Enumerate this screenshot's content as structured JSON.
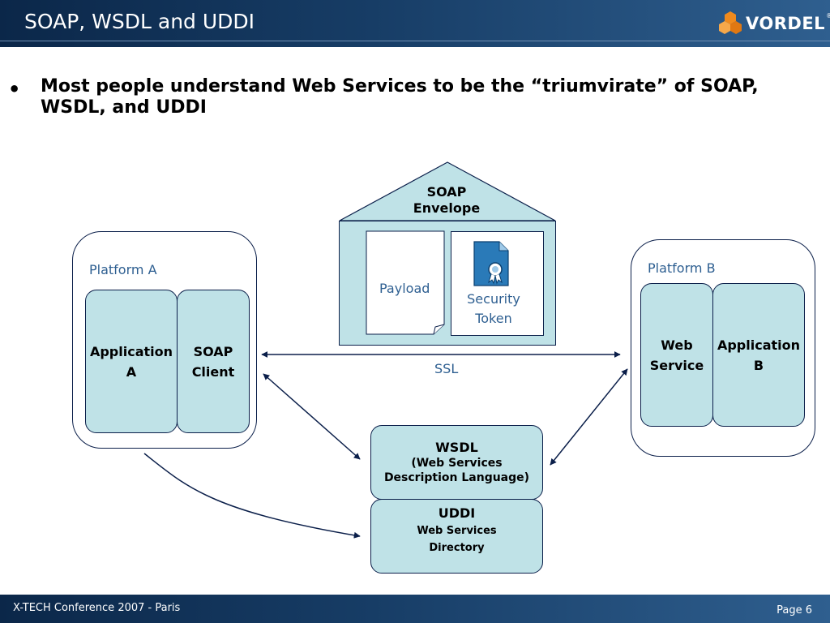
{
  "slide": {
    "title": "SOAP, WSDL and UDDI",
    "logo_text": "VORDEL",
    "logo_reg": "®",
    "bullet_text": "Most people understand Web Services to be the “triumvirate” of SOAP, WSDL, and UDDI"
  },
  "diagram": {
    "platform_a": {
      "label": "Platform A",
      "application": [
        "Application",
        "A"
      ],
      "soap_client": [
        "SOAP",
        "Client"
      ]
    },
    "platform_b": {
      "label": "Platform B",
      "web_service": [
        "Web",
        "Service"
      ],
      "application": [
        "Application",
        "B"
      ]
    },
    "envelope": {
      "title": [
        "SOAP",
        "Envelope"
      ],
      "payload": "Payload",
      "security_token": [
        "Security",
        "Token"
      ]
    },
    "ssl_label": "SSL",
    "wsdl": {
      "title": "WSDL",
      "subtitle": [
        "(Web Services",
        "Description Language)"
      ]
    },
    "uddi": {
      "title": "UDDI",
      "subtitle": [
        "Web Services",
        "Directory"
      ]
    }
  },
  "footer": {
    "left": "X-TECH Conference 2007 - Paris",
    "right": "Page 6"
  },
  "colors": {
    "header_dark": "#0b2749",
    "teal_fill": "#bfe2e7",
    "label_blue": "#2e5f91",
    "stroke_navy": "#0b1f4a",
    "logo_orange": "#f08a1c"
  }
}
